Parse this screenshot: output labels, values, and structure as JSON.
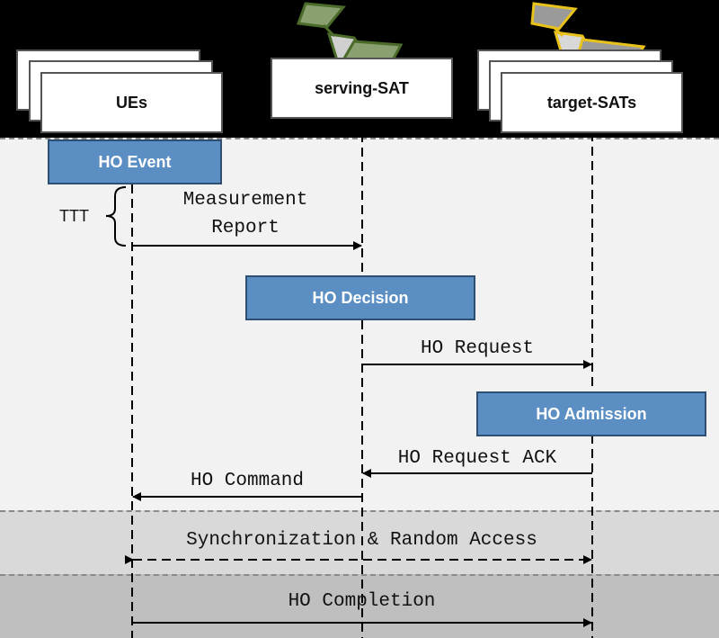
{
  "actors": {
    "ues": "UEs",
    "serving": "serving-SAT",
    "target": "target-SATs"
  },
  "processes": {
    "ho_event": "HO Event",
    "ho_decision": "HO Decision",
    "ho_admission": "HO Admission"
  },
  "messages": {
    "measurement_line1": "Measurement",
    "measurement_line2": "Report",
    "ho_request": "HO Request",
    "ho_request_ack": "HO Request ACK",
    "ho_command": "HO Command",
    "sync_random_access": "Synchronization & Random Access",
    "ho_completion": "HO Completion"
  },
  "ttt_label": "TTT",
  "colors": {
    "process_fill": "#5b8ec2",
    "serving_sat_outline": "#4a6b2a",
    "target_sat_outline": "#e8c21a"
  }
}
